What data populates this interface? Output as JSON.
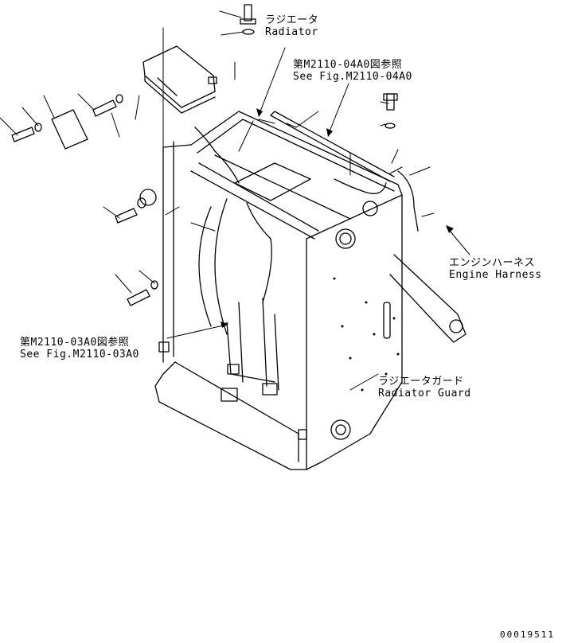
{
  "labels": {
    "radiator": {
      "jp": "ラジエータ",
      "en": "Radiator"
    },
    "fig_0400": {
      "jp": "第M2110-04A0図参照",
      "en": "See Fig.M2110-04A0"
    },
    "engine_harness": {
      "jp": "エンジンハーネス",
      "en": "Engine Harness"
    },
    "fig_0300": {
      "jp": "第M2110-03A0図参照",
      "en": "See Fig.M2110-03A0"
    },
    "radiator_guard": {
      "jp": "ラジエータガード",
      "en": "Radiator Guard"
    }
  },
  "drawing_number": "00019511"
}
